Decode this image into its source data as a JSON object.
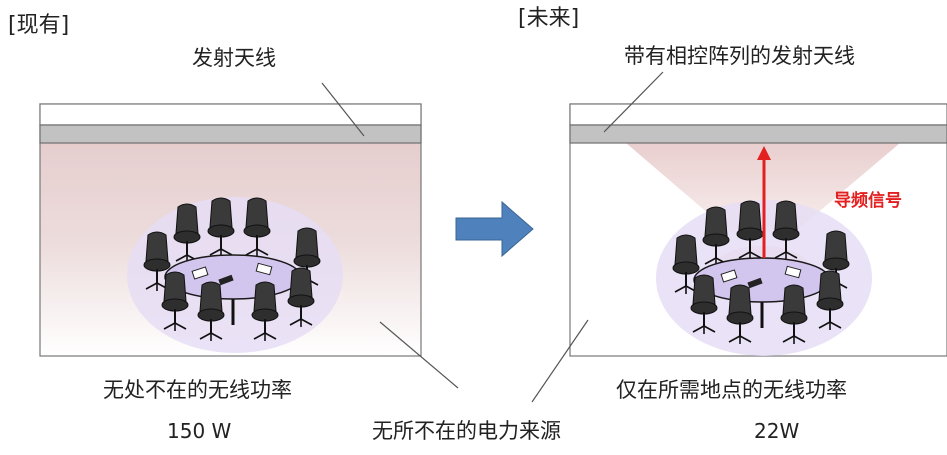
{
  "current": {
    "header": "[现有]",
    "antenna_label": "发射天线",
    "power_label": "无处不在的无线功率",
    "power_value": "150 W"
  },
  "future": {
    "header": "[未来]",
    "antenna_label": "带有相控阵列的发射天线",
    "signal_label": "导频信号",
    "power_label": "仅在所需地点的无线功率",
    "power_value": "22W"
  },
  "shared_label": "无所不在的电力来源",
  "colors": {
    "room_fill_pink": "#e7cfd0",
    "antenna_bar": "#c2c2c2",
    "arrow_blue": "#4f81bd",
    "signal_red": "#e32020",
    "table_purple": "#dcd0f0"
  },
  "icons": [
    "right-arrow-icon",
    "conference-table-icon"
  ]
}
